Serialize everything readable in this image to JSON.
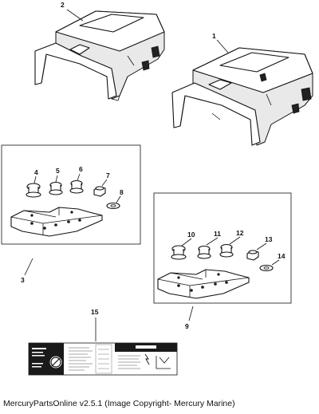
{
  "callouts": {
    "c1": "1",
    "c2": "2",
    "c3": "3",
    "c4": "4",
    "c5": "5",
    "c6": "6",
    "c7": "7",
    "c8": "8",
    "c9": "9",
    "c10": "10",
    "c11": "11",
    "c12": "12",
    "c13": "13",
    "c14": "14",
    "c15": "15"
  },
  "icons": {
    "cover_left": "engine-cover-icon",
    "cover_right": "engine-cover-icon",
    "bolt": "flange-bolt-icon",
    "locknut": "locknut-icon",
    "washer": "washer-icon",
    "bracket": "mounting-bracket-icon",
    "decal": "warning-decal-icon"
  },
  "colors": {
    "line": "#111111",
    "background": "#ffffff",
    "decal_dark": "#1a1a1a"
  },
  "footer": {
    "text": "MercuryPartsOnline v2.5.1 (Image Copyright- Mercury Marine)"
  }
}
